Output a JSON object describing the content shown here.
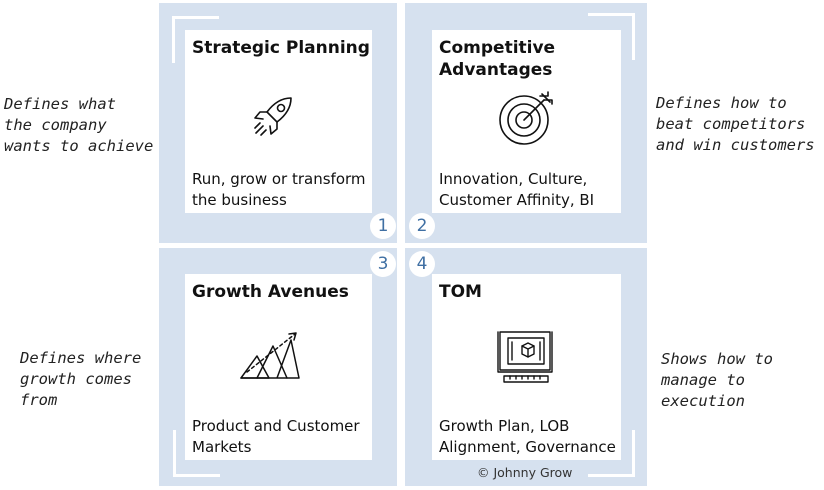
{
  "quadrants": [
    {
      "title": "Strategic Planning",
      "desc": "Run, grow or transform the business",
      "number": "1",
      "side_text": "Defines what\nthe company\nwants to achieve",
      "icon": "rocket-icon"
    },
    {
      "title": "Competitive Advantages",
      "desc": "Innovation, Culture, Customer Affinity, BI",
      "number": "2",
      "side_text": "Defines how to\nbeat competitors\nand win customers",
      "icon": "target-icon"
    },
    {
      "title": "Growth Avenues",
      "desc": "Product and Customer Markets",
      "number": "3",
      "side_text": "Defines where\ngrowth comes\nfrom",
      "icon": "growth-mountains-icon"
    },
    {
      "title": "TOM",
      "desc": "Growth Plan, LOB Alignment, Governance",
      "number": "4",
      "side_text": "Shows how to\nmanage to\nexecution",
      "icon": "blueprint-icon"
    }
  ],
  "copyright": "© Johnny Grow",
  "colors": {
    "panel": "#d6e1ef",
    "number": "#3f6fa3"
  }
}
